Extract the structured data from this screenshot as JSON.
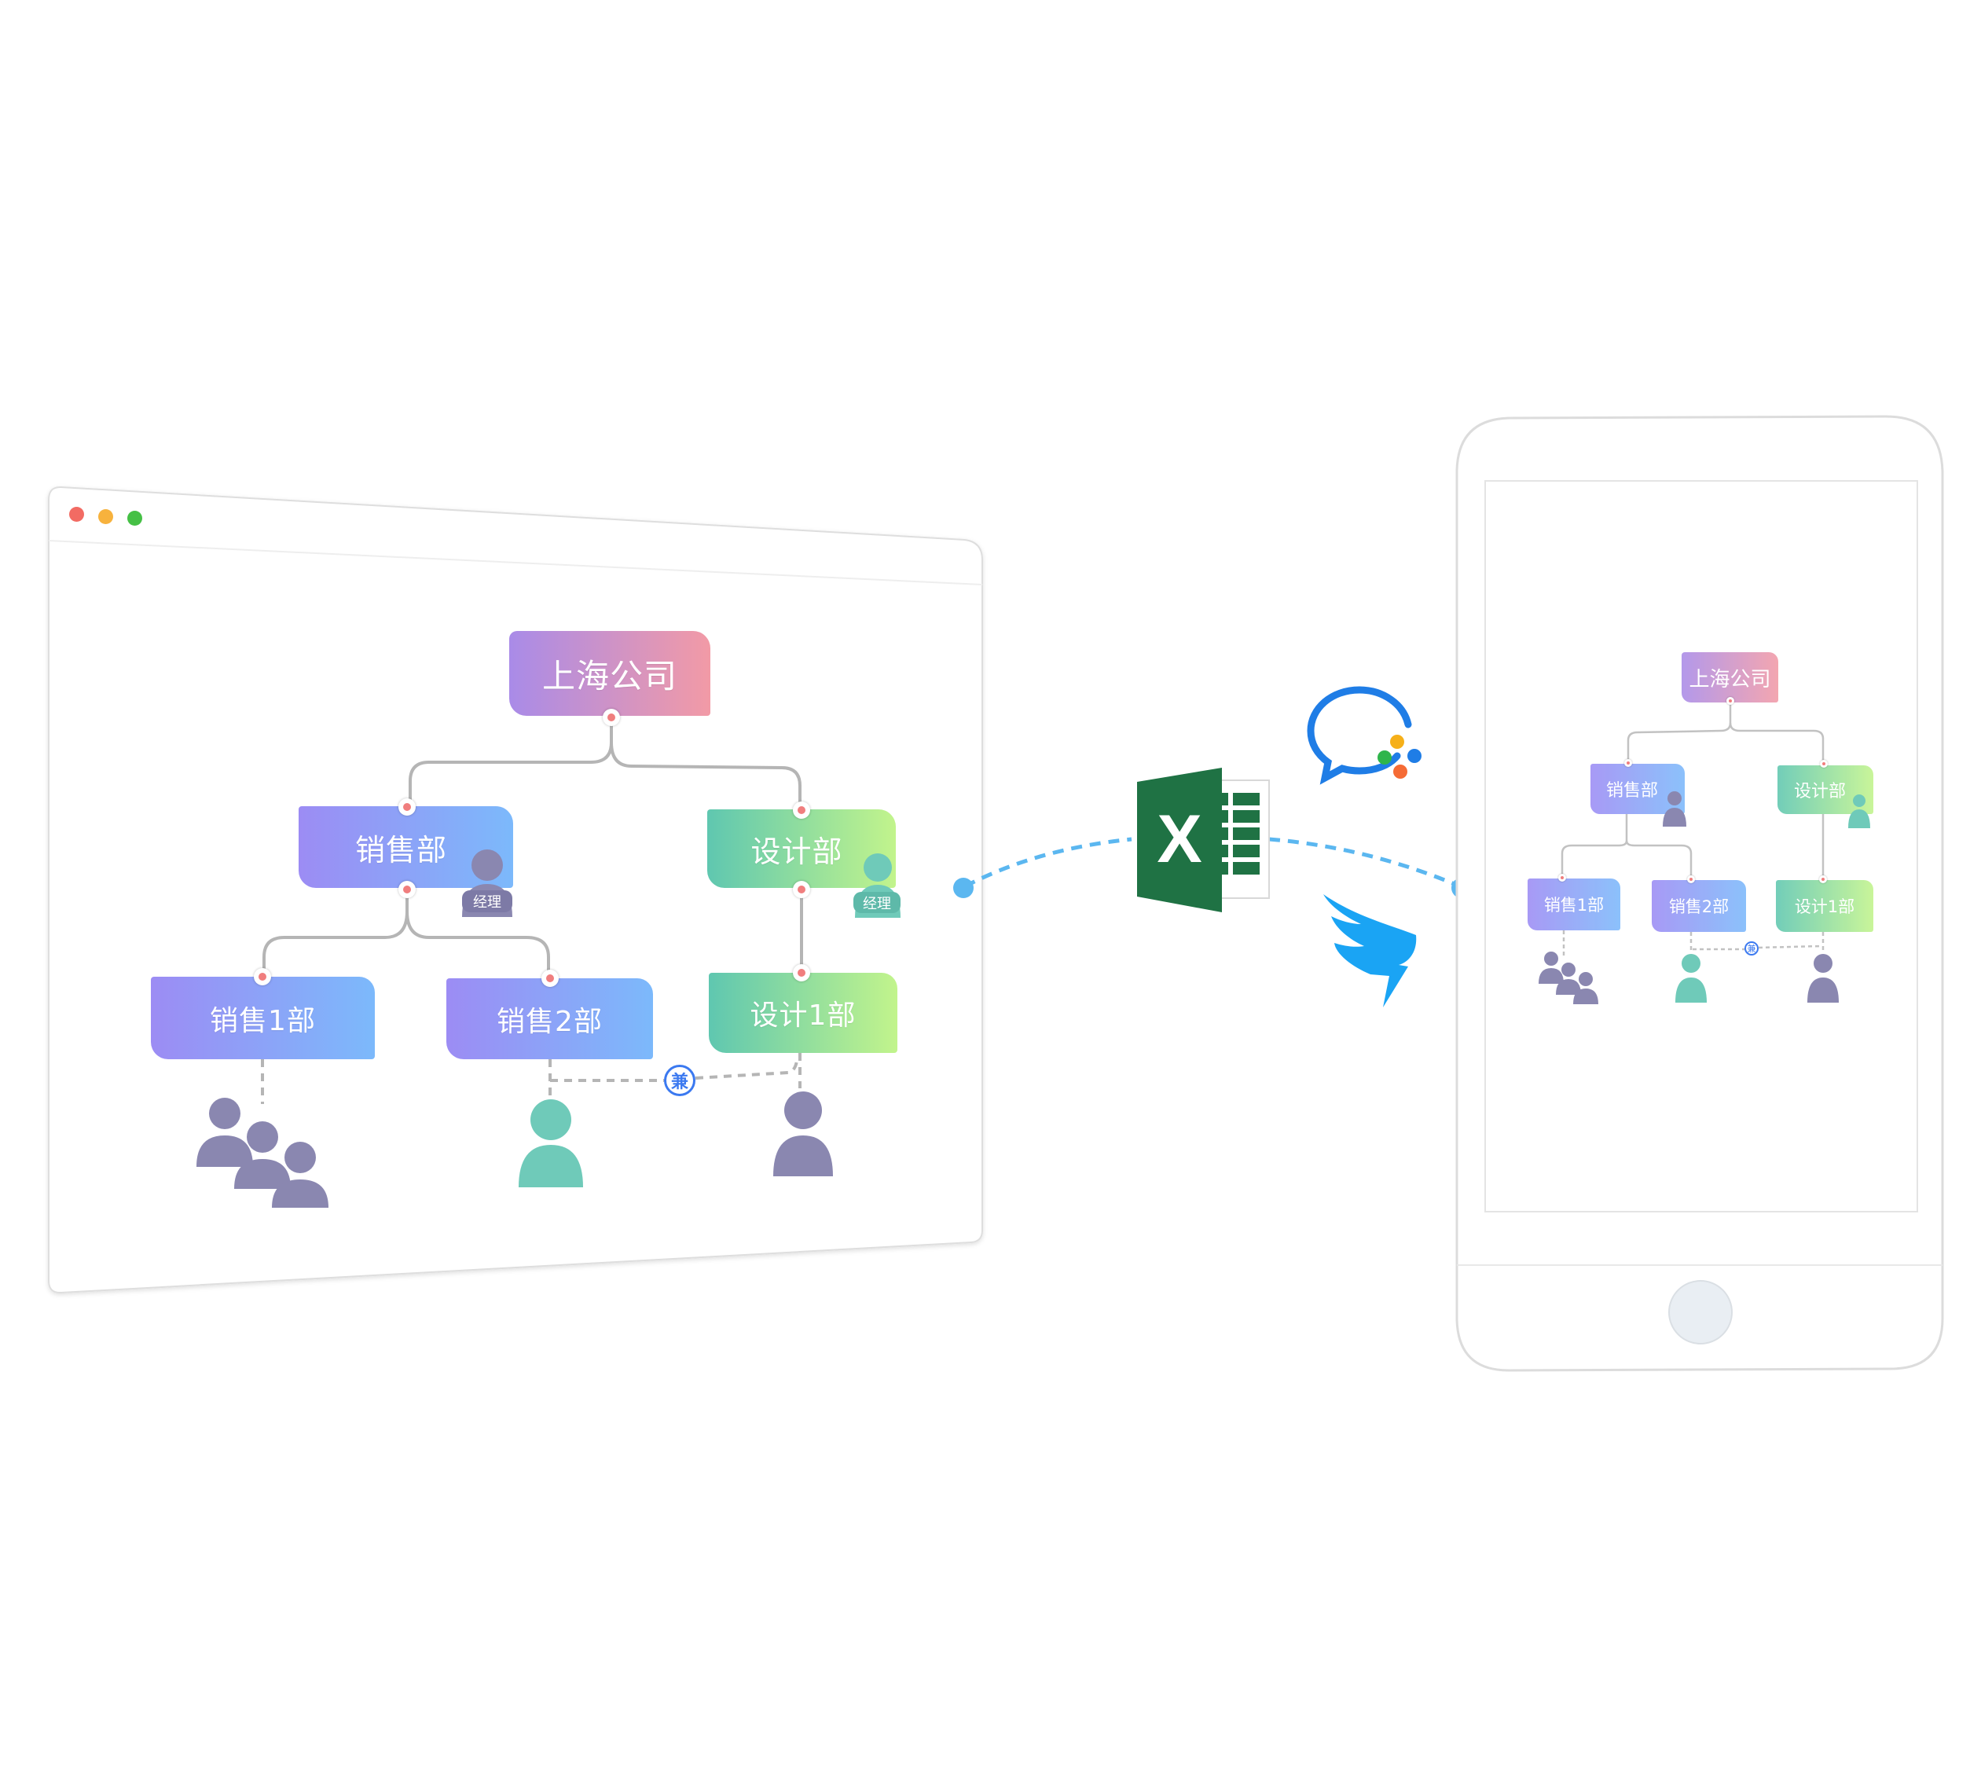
{
  "desktop": {
    "root": "上海公司",
    "dept_sales": "销售部",
    "dept_design": "设计部",
    "sales_1": "销售1部",
    "sales_2": "销售2部",
    "design_1": "设计1部",
    "manager_tag": "经理",
    "part_time_badge": "兼"
  },
  "phone": {
    "root": "上海公司",
    "dept_sales": "销售部",
    "dept_design": "设计部",
    "sales_1": "销售1部",
    "sales_2": "销售2部",
    "design_1": "设计1部",
    "part_time_badge": "兼"
  },
  "integrations": {
    "excel_letter": "X"
  },
  "icons": [
    "excel-icon",
    "wecom-chat-icon",
    "dingtalk-icon",
    "person-icon",
    "group-icon"
  ],
  "colors": {
    "connector": "#5bb7f0",
    "person_purple": "#8a87b0",
    "person_teal": "#6fcab9",
    "badge_blue": "#3b79f0",
    "excel_green": "#1f7244"
  }
}
